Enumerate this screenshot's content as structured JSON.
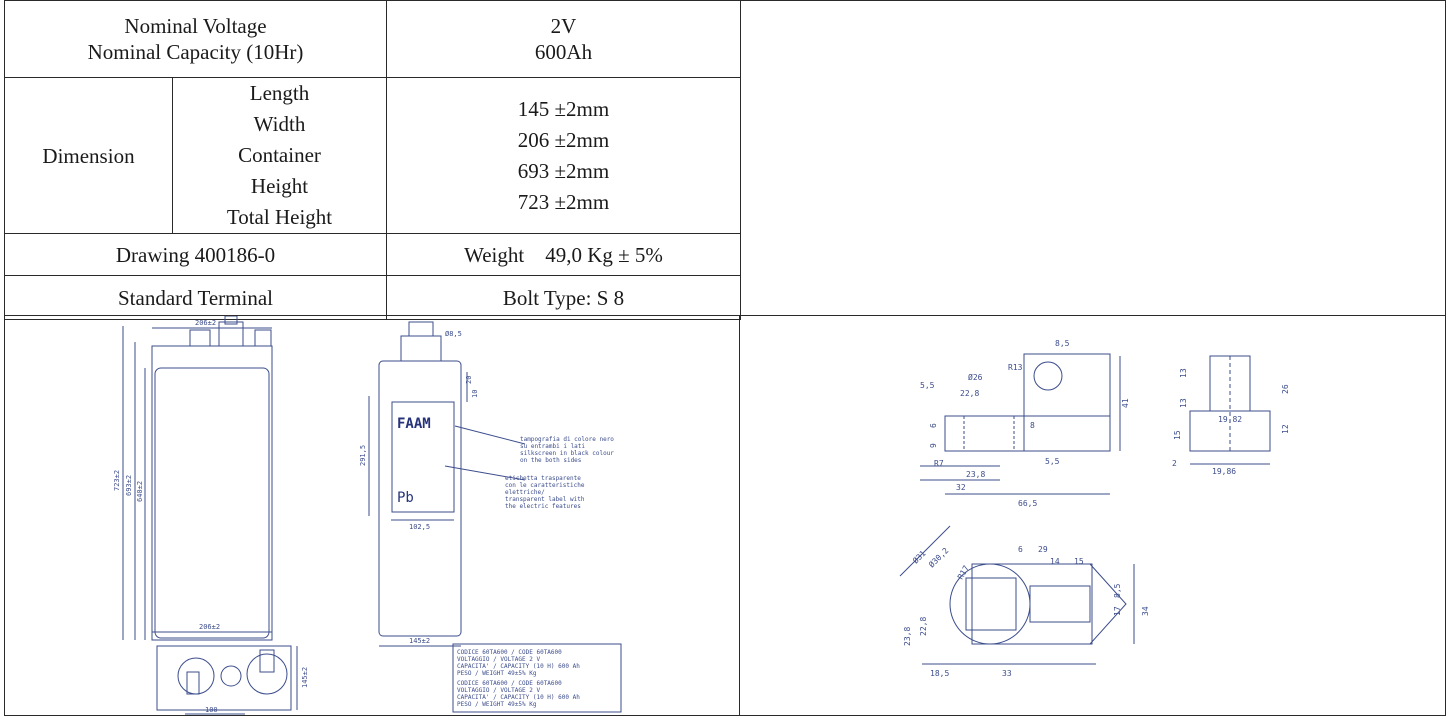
{
  "table": {
    "voltage_label": "Nominal Voltage",
    "capacity_label": "Nominal Capacity (10Hr)",
    "voltage_value": "2V",
    "capacity_value": "600Ah",
    "dimension_label": "Dimension",
    "dim_labels": [
      "Length",
      "Width",
      "Container",
      "Height",
      "Total Height"
    ],
    "dim_values": [
      "145 ±2mm",
      "206 ±2mm",
      "693 ±2mm",
      "723 ±2mm"
    ],
    "drawing_label": "Drawing 400186-0",
    "weight_label": "Weight",
    "weight_value": "49,0 Kg ± 5%",
    "terminal_label": "Standard Terminal",
    "terminal_value": "Bolt Type: S 8"
  },
  "drawing_front": {
    "top_width": "206±2",
    "bottom_width": "206±2",
    "total_height": "723±2",
    "container_height": "693±2",
    "inner_height": "640±2",
    "base_dim": "100",
    "side_dim": "145±2"
  },
  "drawing_side": {
    "terminal_dia": "Ø8,5",
    "dim_a": "20",
    "dim_b": "10",
    "label_pos": "291,5",
    "label_width": "102,5",
    "bottom_width": "145±2",
    "brand": "FAAM",
    "pb_mark": "Pb",
    "note1": [
      "tampografia di colore nero",
      "su entrambi i lati",
      "silkscreen in black colour",
      "on the both sides"
    ],
    "note2": [
      "etichetta trasparente",
      "con le caratteristiche",
      "elettriche/",
      "transparent label with",
      "the electric features"
    ],
    "label_lines": [
      "CODICE 60TA600 / CODE 60TA600",
      "VOLTAGGIO / VOLTAGE       2 V",
      "CAPACITA' / CAPACITY (10 H) 600 Ah",
      "PESO / WEIGHT           49±5% Kg",
      "CODICE 60TA600 / CODE 60TA600",
      "VOLTAGGIO / VOLTAGE       2 V",
      "CAPACITA' / CAPACITY (10 H) 600 Ah",
      "PESO / WEIGHT           49±5% Kg"
    ]
  },
  "terminal_top": {
    "d1": "8,5",
    "d2": "R13",
    "d3": "Ø26",
    "d4": "5,5",
    "d5": "22,8",
    "d6": "41",
    "d7": "9",
    "d8": "6",
    "d9": "23,8",
    "d10": "5,5",
    "d11": "32",
    "d12": "66,5",
    "d13": "R7",
    "d14": "8"
  },
  "terminal_end": {
    "d1": "13",
    "d2": "26",
    "d3": "13",
    "d4": "15",
    "d5": "19,82",
    "d6": "12",
    "d7": "2",
    "d8": "19,86"
  },
  "terminal_bottom": {
    "d1": "Ø31",
    "d2": "Ø30,2",
    "d3": "R17",
    "d4": "6",
    "d5": "29",
    "d6": "14",
    "d7": "15",
    "d8": "8,5",
    "d9": "17",
    "d10": "34",
    "d11": "23,8",
    "d12": "22,8",
    "d13": "18,5",
    "d14": "33"
  }
}
